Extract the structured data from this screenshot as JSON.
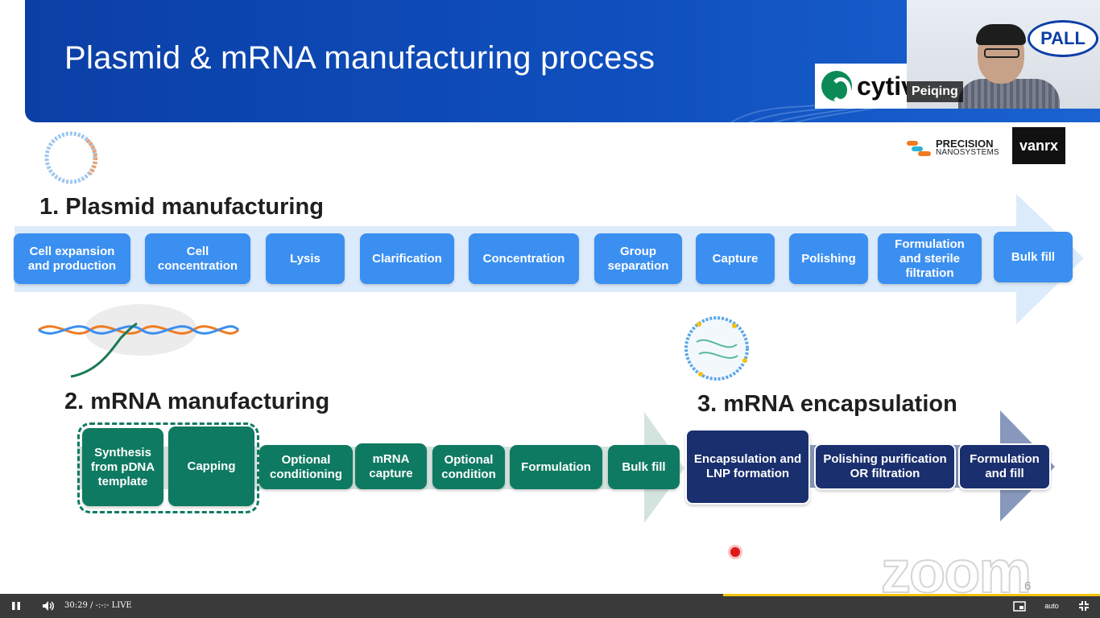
{
  "slide": {
    "title": "Plasmid & mRNA manufacturing process",
    "page_number": "6"
  },
  "video": {
    "participant_name": "Peiqing"
  },
  "logos": {
    "cytiva": "cytiv",
    "pall": "PALL",
    "precision_line1": "PRECISION",
    "precision_line2": "NANOSYSTEMS",
    "vanrx": "vanrx",
    "zoom": "zoom"
  },
  "sections": {
    "plasmid": {
      "heading": "1. Plasmid manufacturing",
      "steps": [
        "Cell expansion and production",
        "Cell concentration",
        "Lysis",
        "Clarification",
        "Concentration",
        "Group separation",
        "Capture",
        "Polishing",
        "Formulation and sterile filtration",
        "Bulk fill"
      ]
    },
    "mrna": {
      "heading": "2. mRNA manufacturing",
      "steps": [
        "Synthesis from pDNA template",
        "Capping",
        "Optional conditioning",
        "mRNA capture",
        "Optional condition",
        "Formulation",
        "Bulk fill"
      ]
    },
    "encapsulation": {
      "heading": "3. mRNA encapsulation",
      "steps": [
        "Encapsulation and LNP formation",
        "Polishing purification OR filtration",
        "Formulation and fill"
      ]
    }
  },
  "player": {
    "time": "30:29 / -:-:- LIVE",
    "quality": "auto",
    "icons": [
      "pause-icon",
      "volume-icon",
      "pip-icon",
      "fullscreen-exit-icon"
    ]
  },
  "colors": {
    "banner": "#0b3fa6",
    "plasmid_step": "#3b8ff0",
    "mrna_step": "#0f7a62",
    "encapsulation_step": "#1a2f6e"
  }
}
